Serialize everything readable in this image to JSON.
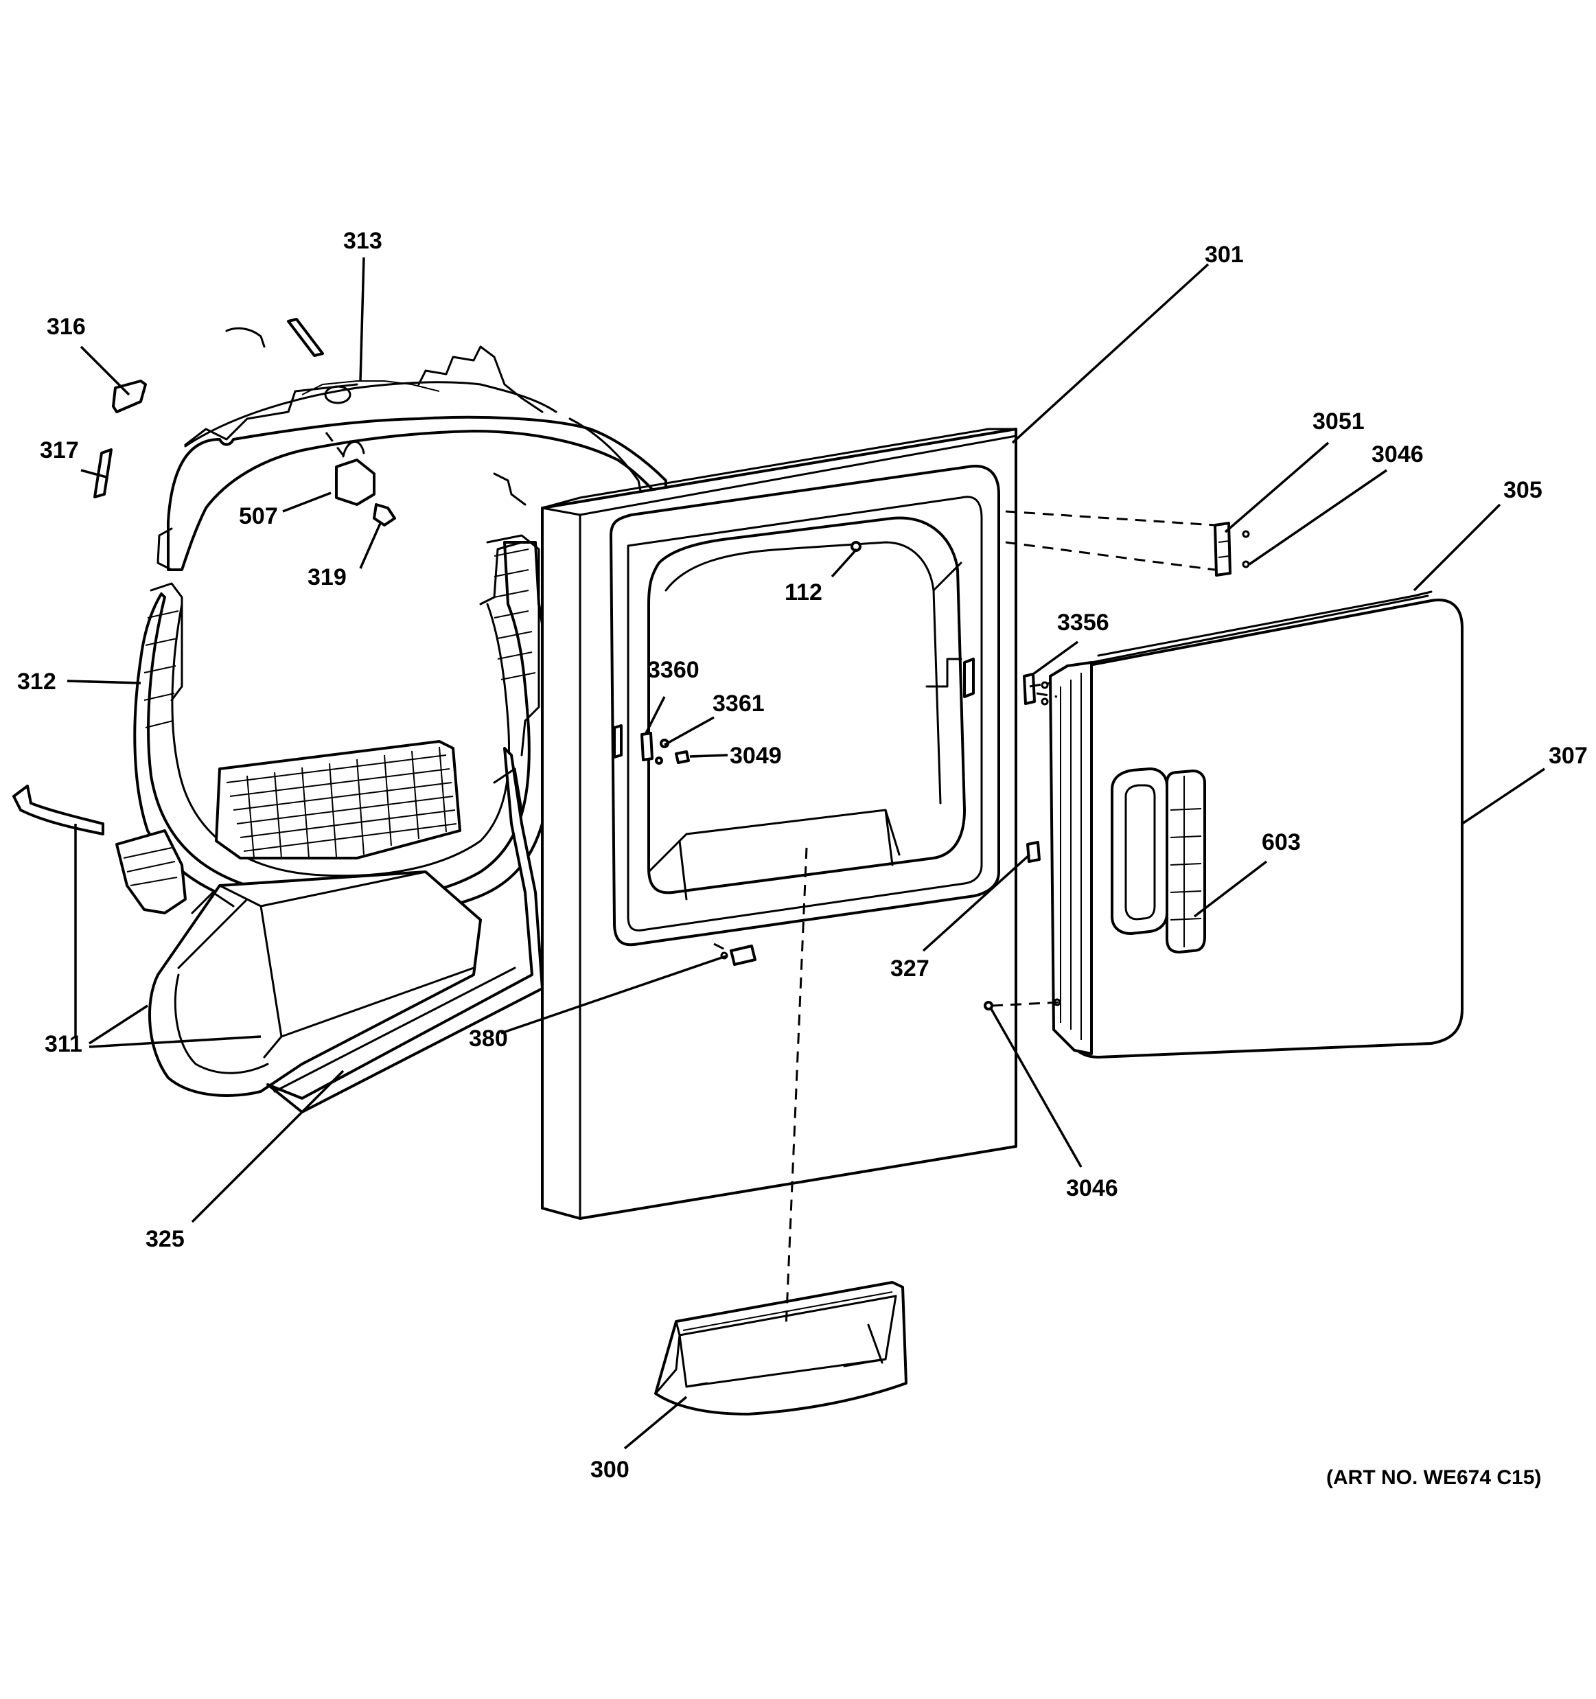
{
  "callouts": {
    "c313": "313",
    "c316": "316",
    "c317": "317",
    "c507": "507",
    "c319": "319",
    "c312": "312",
    "c311": "311",
    "c325": "325",
    "c301": "301",
    "c112": "112",
    "c3360": "3360",
    "c3361": "3361",
    "c3049": "3049",
    "c380": "380",
    "c300": "300",
    "c3051": "3051",
    "c3046_top": "3046",
    "c305": "305",
    "c3356": "3356",
    "c307": "307",
    "c603": "603",
    "c327": "327",
    "c3046_bottom": "3046"
  },
  "art_number": "(ART NO. WE674 C15)"
}
